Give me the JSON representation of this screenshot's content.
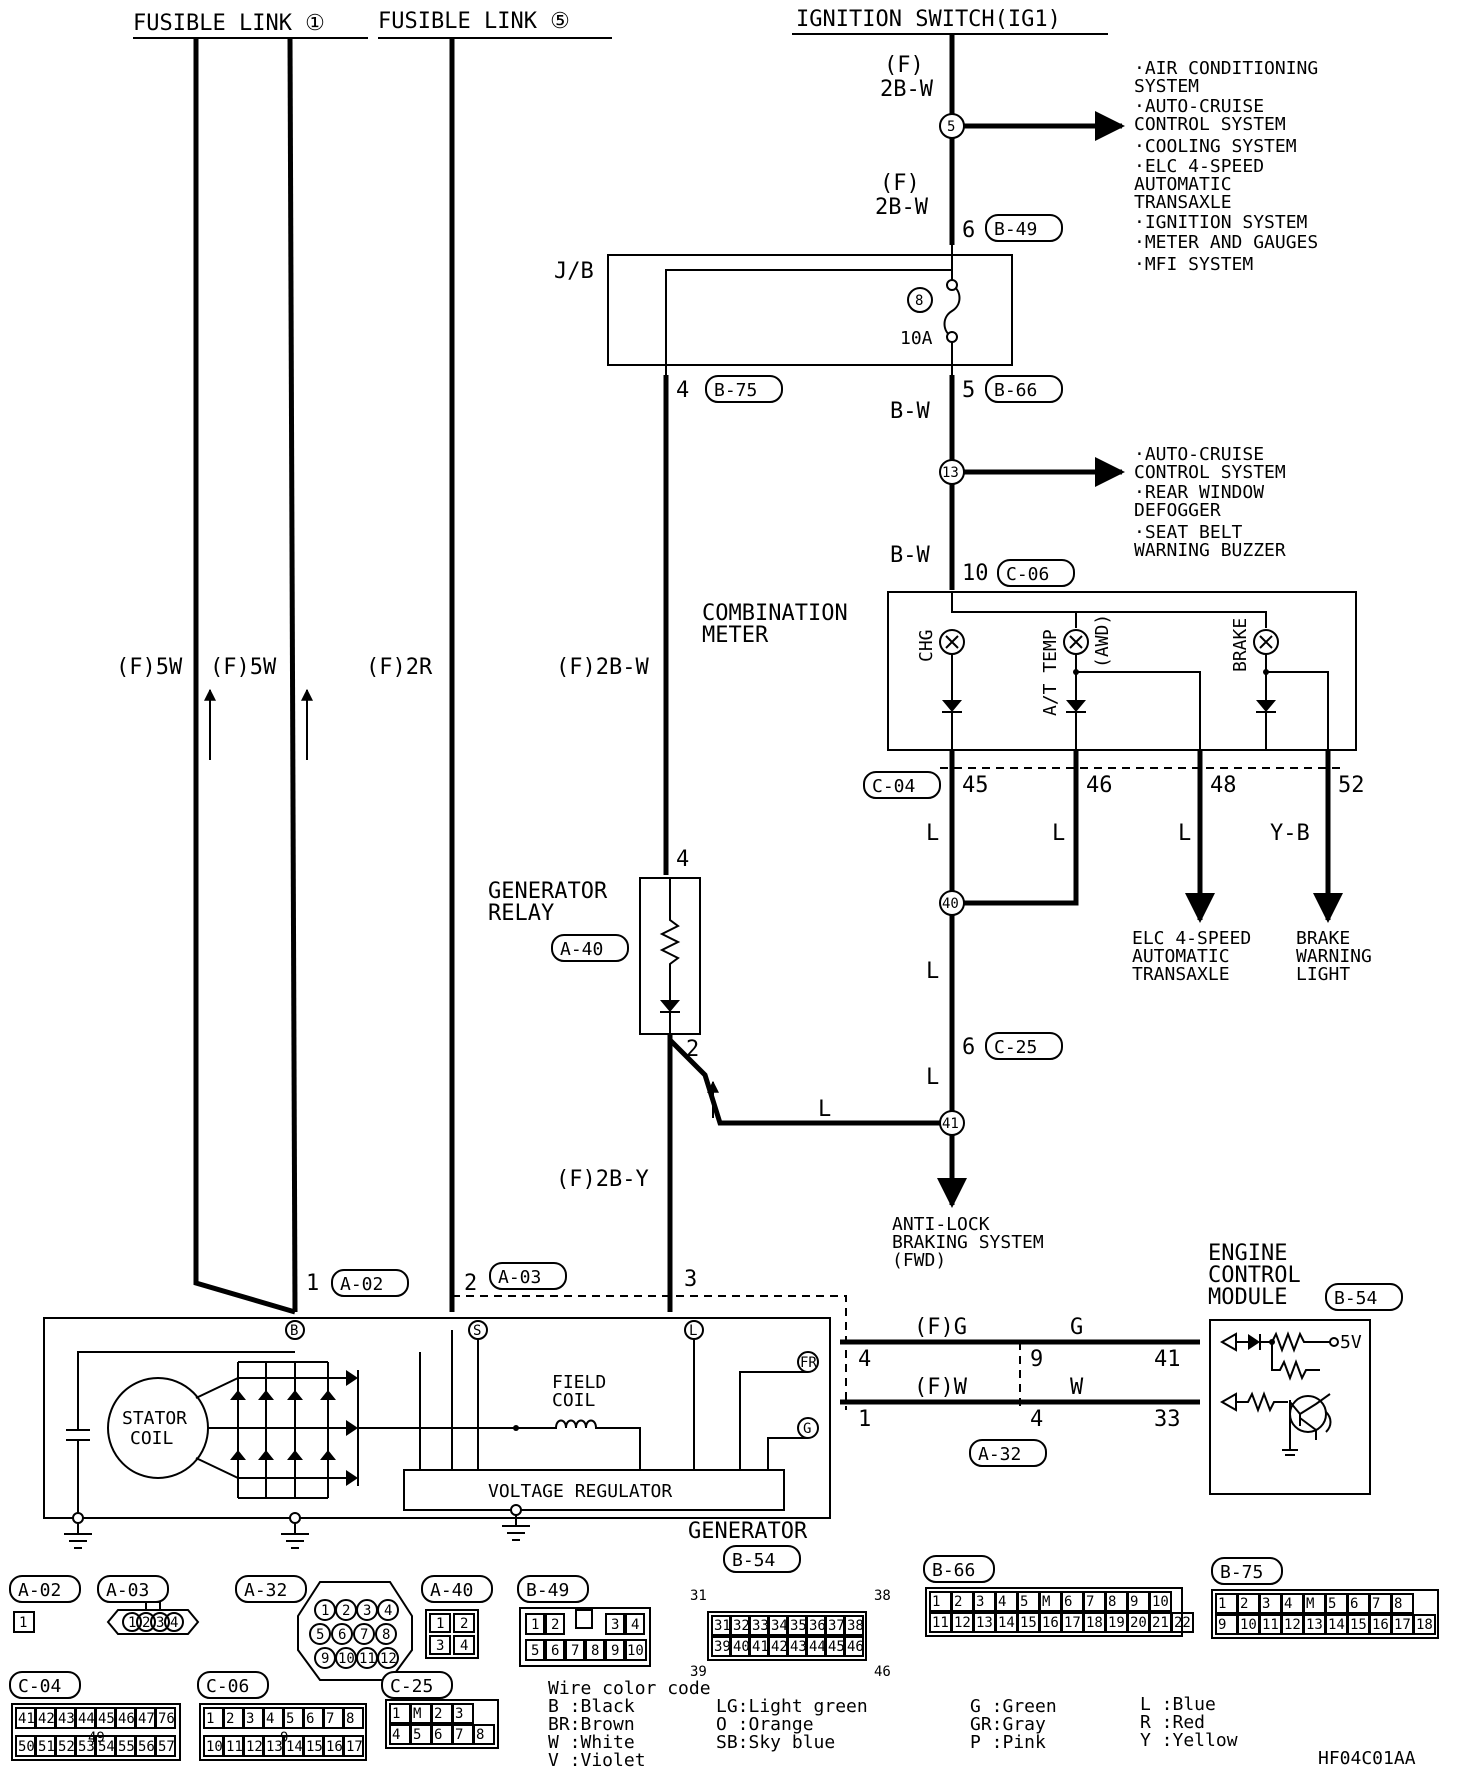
{
  "sources": {
    "fusible_link_1": "FUSIBLE LINK ①",
    "fusible_link_5": "FUSIBLE LINK ⑤",
    "ignition_switch": "IGNITION SWITCH(IG1)"
  },
  "wires": {
    "f_5w": "(F)5W",
    "f_2r": "(F)2R",
    "f_2bw": "(F)2B-W",
    "f_2by": "(F)2B-Y",
    "f_2bw_top_1": "(F)",
    "f_2bw_top_2": "2B-W",
    "bw": "B-W",
    "l": "L",
    "yb": "Y-B",
    "f_g": "(F)G",
    "g": "G",
    "f_w": "(F)W",
    "w": "W"
  },
  "splices": {
    "s5": "5",
    "s13": "13",
    "s40": "40",
    "s41": "41",
    "s8": "8"
  },
  "connectors": {
    "b49": "B-49",
    "b75": "B-75",
    "b66": "B-66",
    "c06": "C-06",
    "c04": "C-04",
    "c25": "C-25",
    "a40": "A-40",
    "a02": "A-02",
    "a03": "A-03",
    "a32": "A-32",
    "b54": "B-54"
  },
  "pins": {
    "p6": "6",
    "p4": "4",
    "p5": "5",
    "p10": "10",
    "p45": "45",
    "p46": "46",
    "p48": "48",
    "p52": "52",
    "p2": "2",
    "p1": "1",
    "p3": "3",
    "p9": "9",
    "p41": "41",
    "p33": "33"
  },
  "components": {
    "jb": "J/B",
    "fuse": "10A",
    "combination_meter_1": "COMBINATION",
    "combination_meter_2": "METER",
    "chg": "CHG",
    "at_temp": "A/T TEMP",
    "awd": "(AWD)",
    "brake": "BRAKE",
    "generator_relay_1": "GENERATOR",
    "generator_relay_2": "RELAY",
    "stator_coil_1": "STATOR",
    "stator_coil_2": "COIL",
    "field_coil_1": "FIELD",
    "field_coil_2": "COIL",
    "voltage_regulator": "VOLTAGE REGULATOR",
    "generator": "GENERATOR",
    "ecm_1": "ENGINE",
    "ecm_2": "CONTROL",
    "ecm_3": "MODULE",
    "five_v": "5V",
    "term_b": "B",
    "term_s": "S",
    "term_l": "L",
    "term_fr": "FR",
    "term_g": "G"
  },
  "destinations": {
    "group1": [
      "·AIR CONDITIONING",
      " SYSTEM",
      "·AUTO-CRUISE",
      " CONTROL SYSTEM",
      "·COOLING SYSTEM",
      "·ELC 4-SPEED",
      " AUTOMATIC",
      " TRANSAXLE",
      "·IGNITION SYSTEM",
      "·METER AND GAUGES",
      "·MFI SYSTEM"
    ],
    "group2": [
      "·AUTO-CRUISE",
      " CONTROL SYSTEM",
      "·REAR WINDOW",
      " DEFOGGER",
      "·SEAT BELT",
      " WARNING BUZZER"
    ],
    "elc": [
      "ELC 4-SPEED",
      "AUTOMATIC",
      "TRANSAXLE"
    ],
    "brake_light": [
      "BRAKE",
      "WARNING",
      "LIGHT"
    ],
    "abs": [
      "ANTI-LOCK",
      "BRAKING SYSTEM",
      "(FWD)"
    ]
  },
  "connector_views": {
    "a02_pins": [
      "1"
    ],
    "a03_pins": [
      "1",
      "2",
      "3",
      "4"
    ],
    "a32_pins": [
      "1",
      "2",
      "3",
      "4",
      "5",
      "6",
      "7",
      "8",
      "9",
      "10",
      "11",
      "12"
    ],
    "a40_pins": [
      "1",
      "2",
      "3",
      "4"
    ],
    "b49_row1": [
      "1",
      "2",
      "",
      "3",
      "4"
    ],
    "b49_row2": [
      "5",
      "6",
      "7",
      "8",
      "9",
      "10"
    ],
    "b54_row1": [
      "31",
      "32",
      "33",
      "34",
      "35",
      "36",
      "37",
      "38"
    ],
    "b54_row2": [
      "39",
      "40",
      "41",
      "42",
      "43",
      "44",
      "45",
      "46"
    ],
    "b54_corner_tl": "31",
    "b54_corner_tr": "38",
    "b54_corner_bl": "39",
    "b54_corner_br": "46",
    "b66_row1": [
      "1",
      "2",
      "3",
      "4",
      "5",
      "M",
      "6",
      "7",
      "8",
      "9",
      "10"
    ],
    "b66_row2": [
      "11",
      "12",
      "13",
      "14",
      "15",
      "16",
      "17",
      "18",
      "19",
      "20",
      "21",
      "22"
    ],
    "b75_row1": [
      "1",
      "2",
      "3",
      "4",
      "M",
      "5",
      "6",
      "7",
      "8"
    ],
    "b75_row2": [
      "9",
      "10",
      "11",
      "12",
      "13",
      "14",
      "15",
      "16",
      "17",
      "18"
    ],
    "c04_row1": [
      "41",
      "42",
      "43",
      "44",
      "45",
      "46",
      "47",
      "76"
    ],
    "c04_mid": "49",
    "c04_row2": [
      "50",
      "51",
      "52",
      "53",
      "54",
      "55",
      "56",
      "57"
    ],
    "c06_row1": [
      "1",
      "2",
      "3",
      "4",
      "5",
      "6",
      "7",
      "8"
    ],
    "c06_mid": "9",
    "c06_row2": [
      "10",
      "11",
      "12",
      "13",
      "14",
      "15",
      "16",
      "17"
    ],
    "c25_row1": [
      "1",
      "M",
      "2",
      "3"
    ],
    "c25_row2": [
      "4",
      "5",
      "6",
      "7",
      "8"
    ]
  },
  "wire_color_code": {
    "title": "Wire color code",
    "col1": [
      "B :Black",
      "BR:Brown",
      "W :White",
      "V :Violet"
    ],
    "col2": [
      "LG:Light green",
      "O :Orange",
      "SB:Sky blue"
    ],
    "col3": [
      "G :Green",
      "GR:Gray",
      "P :Pink"
    ],
    "col4": [
      "L :Blue",
      "R :Red",
      "Y :Yellow"
    ]
  },
  "figure_code": "HF04C01AA"
}
